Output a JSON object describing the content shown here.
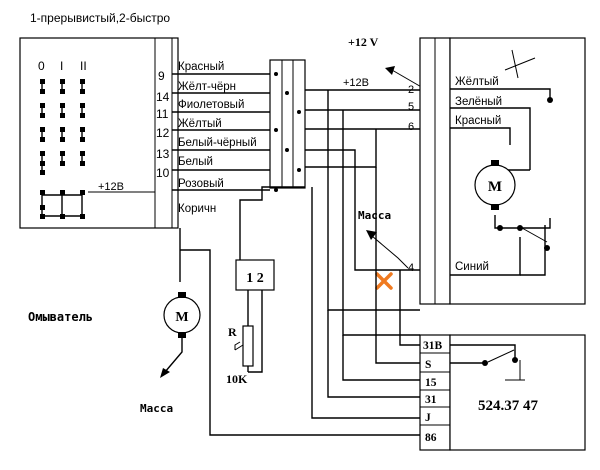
{
  "header": {
    "mode_note": "1-прерывистый,2-быстро"
  },
  "switch": {
    "positions": [
      "0",
      "I",
      "II"
    ],
    "plus12": "+12В",
    "pins": [
      "9",
      "14",
      "11",
      "12",
      "13",
      "10"
    ],
    "wires": [
      "Красный",
      "Жёлт-чёрн",
      "Фиолетовый",
      "Жёлтый",
      "Белый-чёрный",
      "Белый",
      "Розовый",
      "Коричн"
    ]
  },
  "supply": {
    "top_label": "+12 V",
    "mid_label": "+12В"
  },
  "motor_block": {
    "pins": [
      "2",
      "5",
      "6",
      "4"
    ],
    "wires": [
      "Жёлтый",
      "Зелёный",
      "Красный",
      "Синий"
    ],
    "motor_letter": "M"
  },
  "ground_label": "Масса",
  "resistor": {
    "plug_label": "1 2",
    "letter": "R",
    "value": "10K"
  },
  "washer": {
    "label": "Омыватель",
    "motor_letter": "M",
    "ground_label": "Масса"
  },
  "relay": {
    "pins": [
      "31B",
      "S",
      "15",
      "31",
      "J",
      "86"
    ],
    "model": "524.37 47"
  },
  "colors": {
    "break_mark": "#f07a20"
  }
}
